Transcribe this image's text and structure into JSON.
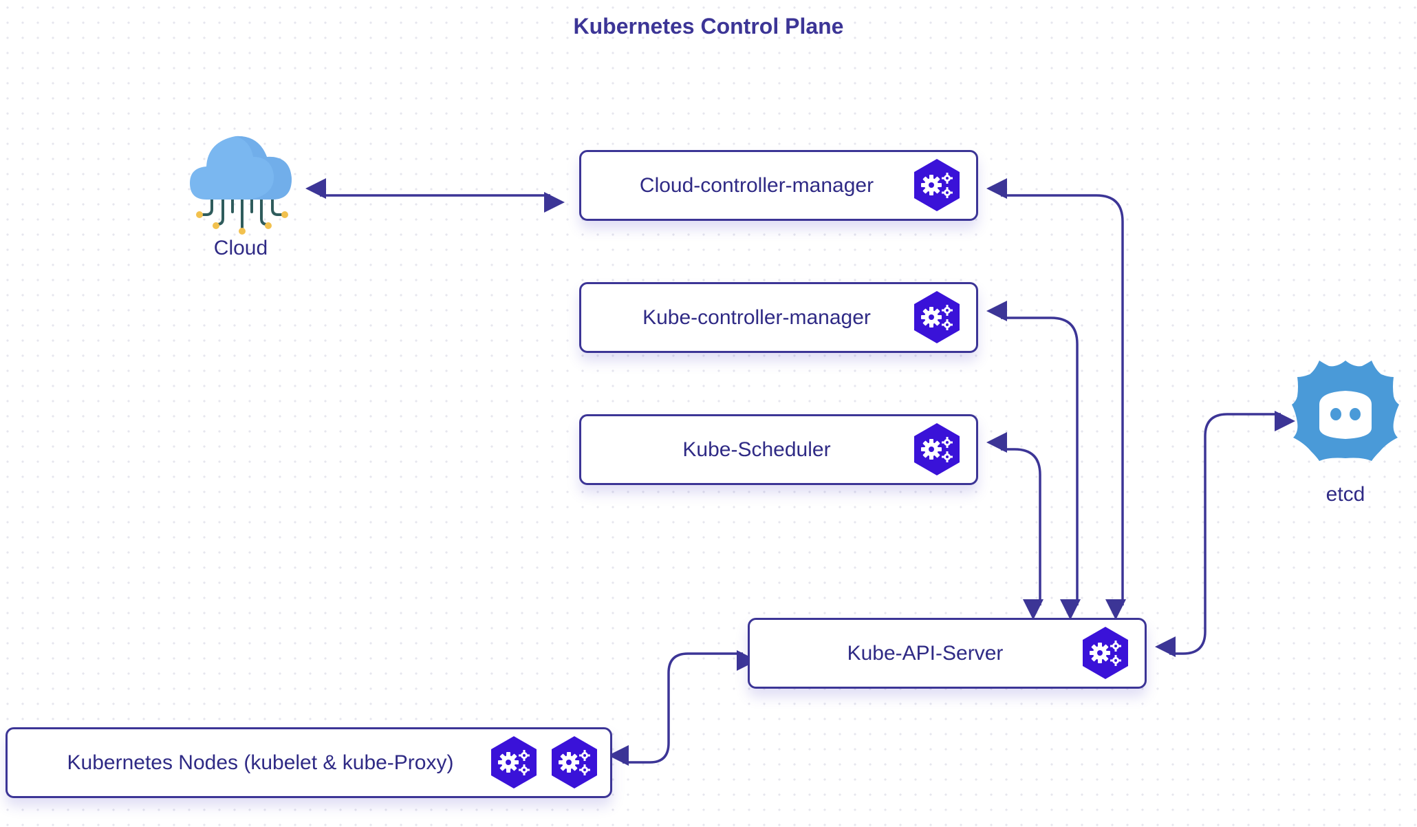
{
  "title": "Kubernetes Control Plane",
  "nodes": {
    "cloud_controller_manager": "Cloud-controller-manager",
    "kube_controller_manager": "Kube-controller-manager",
    "kube_scheduler": "Kube-Scheduler",
    "kube_api_server": "Kube-API-Server",
    "kubernetes_nodes": "Kubernetes Nodes (kubelet & kube-Proxy)"
  },
  "external": {
    "cloud": "Cloud",
    "etcd": "etcd"
  },
  "icons": {
    "component": "gears-hexagon-icon",
    "cloud": "cloud-circuit-icon",
    "etcd": "etcd-logo-icon"
  },
  "colors": {
    "primary": "#3c3596",
    "hex_fill": "#3a12d8",
    "cloud": "#7ab7f0",
    "etcd": "#4a9ad8"
  }
}
